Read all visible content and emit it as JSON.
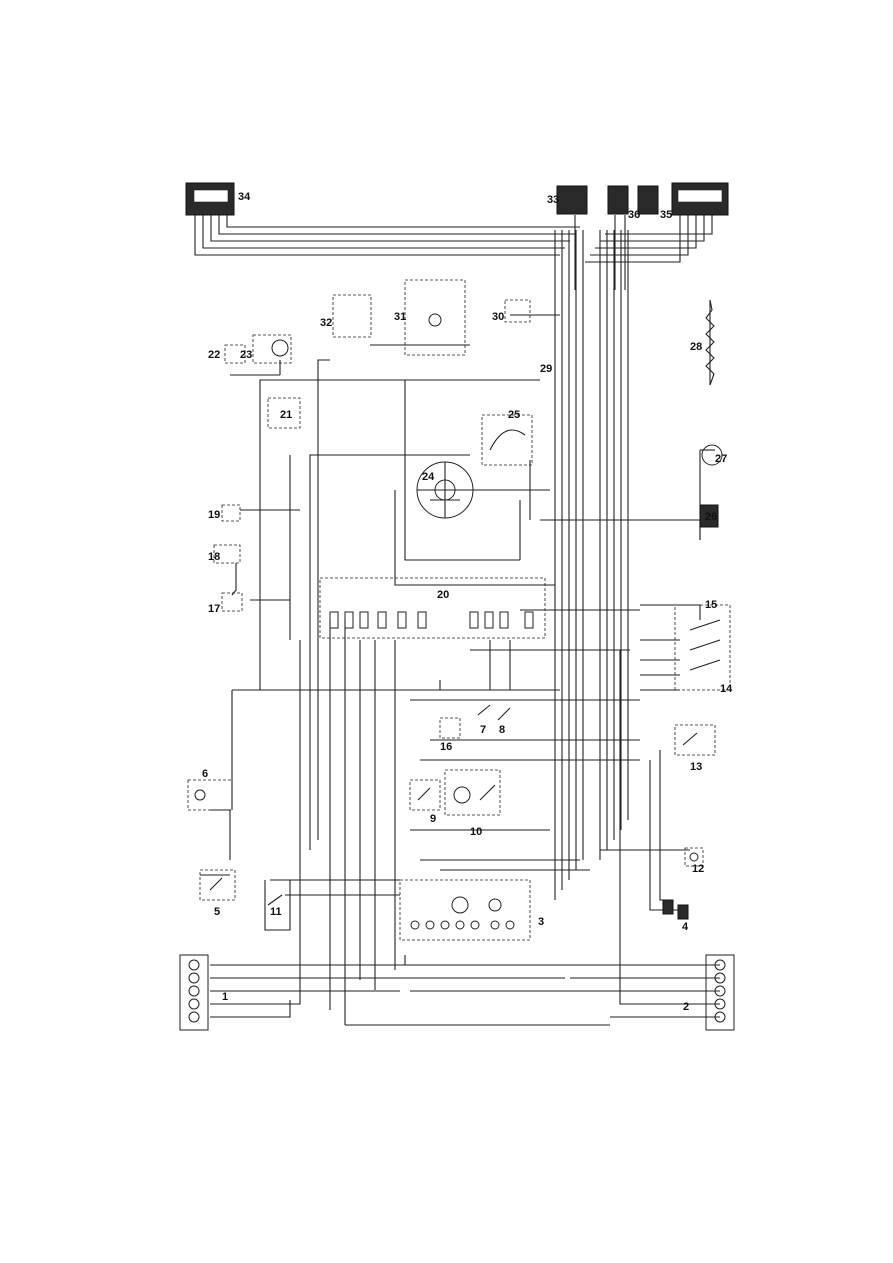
{
  "diagram": {
    "component_labels": [
      "1",
      "2",
      "3",
      "4",
      "5",
      "6",
      "7",
      "8",
      "9",
      "10",
      "11",
      "12",
      "13",
      "14",
      "15",
      "16",
      "17",
      "18",
      "19",
      "20",
      "21",
      "22",
      "23",
      "24",
      "25",
      "26",
      "27",
      "28",
      "29",
      "30",
      "31",
      "32",
      "33",
      "34",
      "35",
      "36"
    ]
  }
}
